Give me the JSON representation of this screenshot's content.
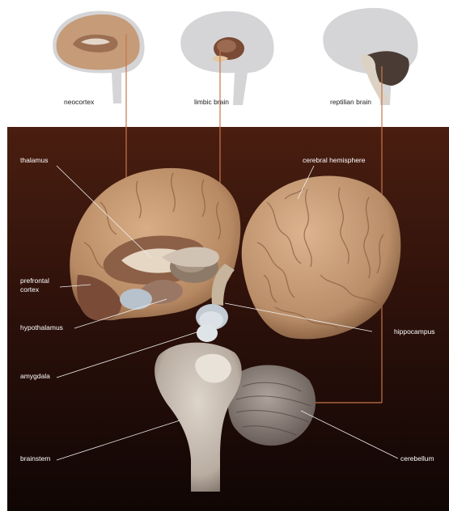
{
  "top_panels": [
    {
      "label": "neocortex"
    },
    {
      "label": "limbic brain"
    },
    {
      "label": "reptilian brain"
    }
  ],
  "labels": {
    "thalamus": "thalamus",
    "cerebral_hemisphere": "cerebral hemisphere",
    "prefrontal_cortex_line1": "prefrontal",
    "prefrontal_cortex_line2": "cortex",
    "hypothalamus": "hypothalamus",
    "hippocampus": "hippocampus",
    "amygdala": "amygdala",
    "brainstem": "brainstem",
    "cerebellum": "cerebellum"
  },
  "colors": {
    "top_background": "#ffffff",
    "dark_background_top": "#4a1e10",
    "dark_background_bottom": "#100604",
    "silhouette": "#d5d5d7",
    "leader_line_highlight": "#c8744a",
    "leader_line": "#f0f0f0",
    "brain_tissue": "#c99a74",
    "brainstem_tissue": "#c7bdb2"
  }
}
